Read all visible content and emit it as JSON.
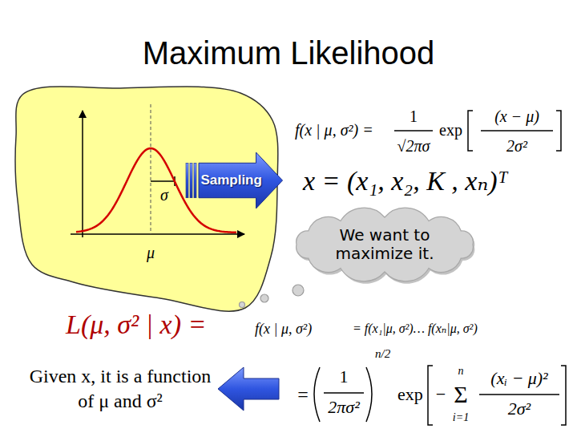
{
  "diagram": {
    "title": "Maximum Likelihood",
    "nodes": [
      {
        "text": [
          "Sampling"
        ]
      },
      {
        "text": [
          "We want to maximize it."
        ]
      }
    ],
    "labels": [
      "f(x | μ, σ²) =",
      "1",
      "√2πσ",
      "exp",
      "(x − μ)",
      "2σ²",
      "x = (x₁, x₂, K , xₙ)ᵀ",
      "σ",
      "μ",
      "L(μ, σ² | x) =",
      "f(x | μ, σ²)",
      "= f(x₁|μ, σ²)… f(xₙ|μ, σ²)",
      "=",
      "1",
      "2πσ²",
      "n/2",
      "exp",
      "−",
      "n",
      "Σ",
      "i=1",
      "(xᵢ − μ)²",
      "2σ²",
      "Given x, it is a function of μ and σ²"
    ]
  }
}
